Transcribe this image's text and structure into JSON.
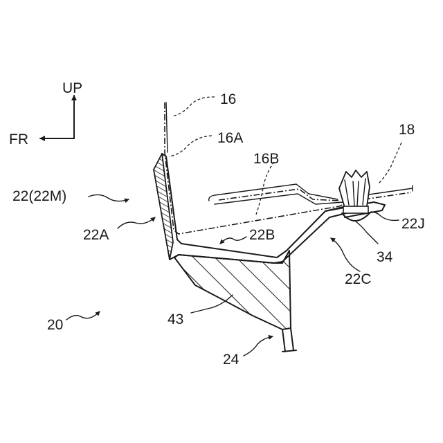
{
  "diagram": {
    "orientation": {
      "up_label": "UP",
      "front_label": "FR"
    },
    "labels": {
      "l16": "16",
      "l16A": "16A",
      "l16B": "16B",
      "l18": "18",
      "l22": "22(22M)",
      "l22A": "22A",
      "l22B": "22B",
      "l22J": "22J",
      "l34": "34",
      "l22C": "22C",
      "l20": "20",
      "l43": "43",
      "l24": "24"
    }
  }
}
